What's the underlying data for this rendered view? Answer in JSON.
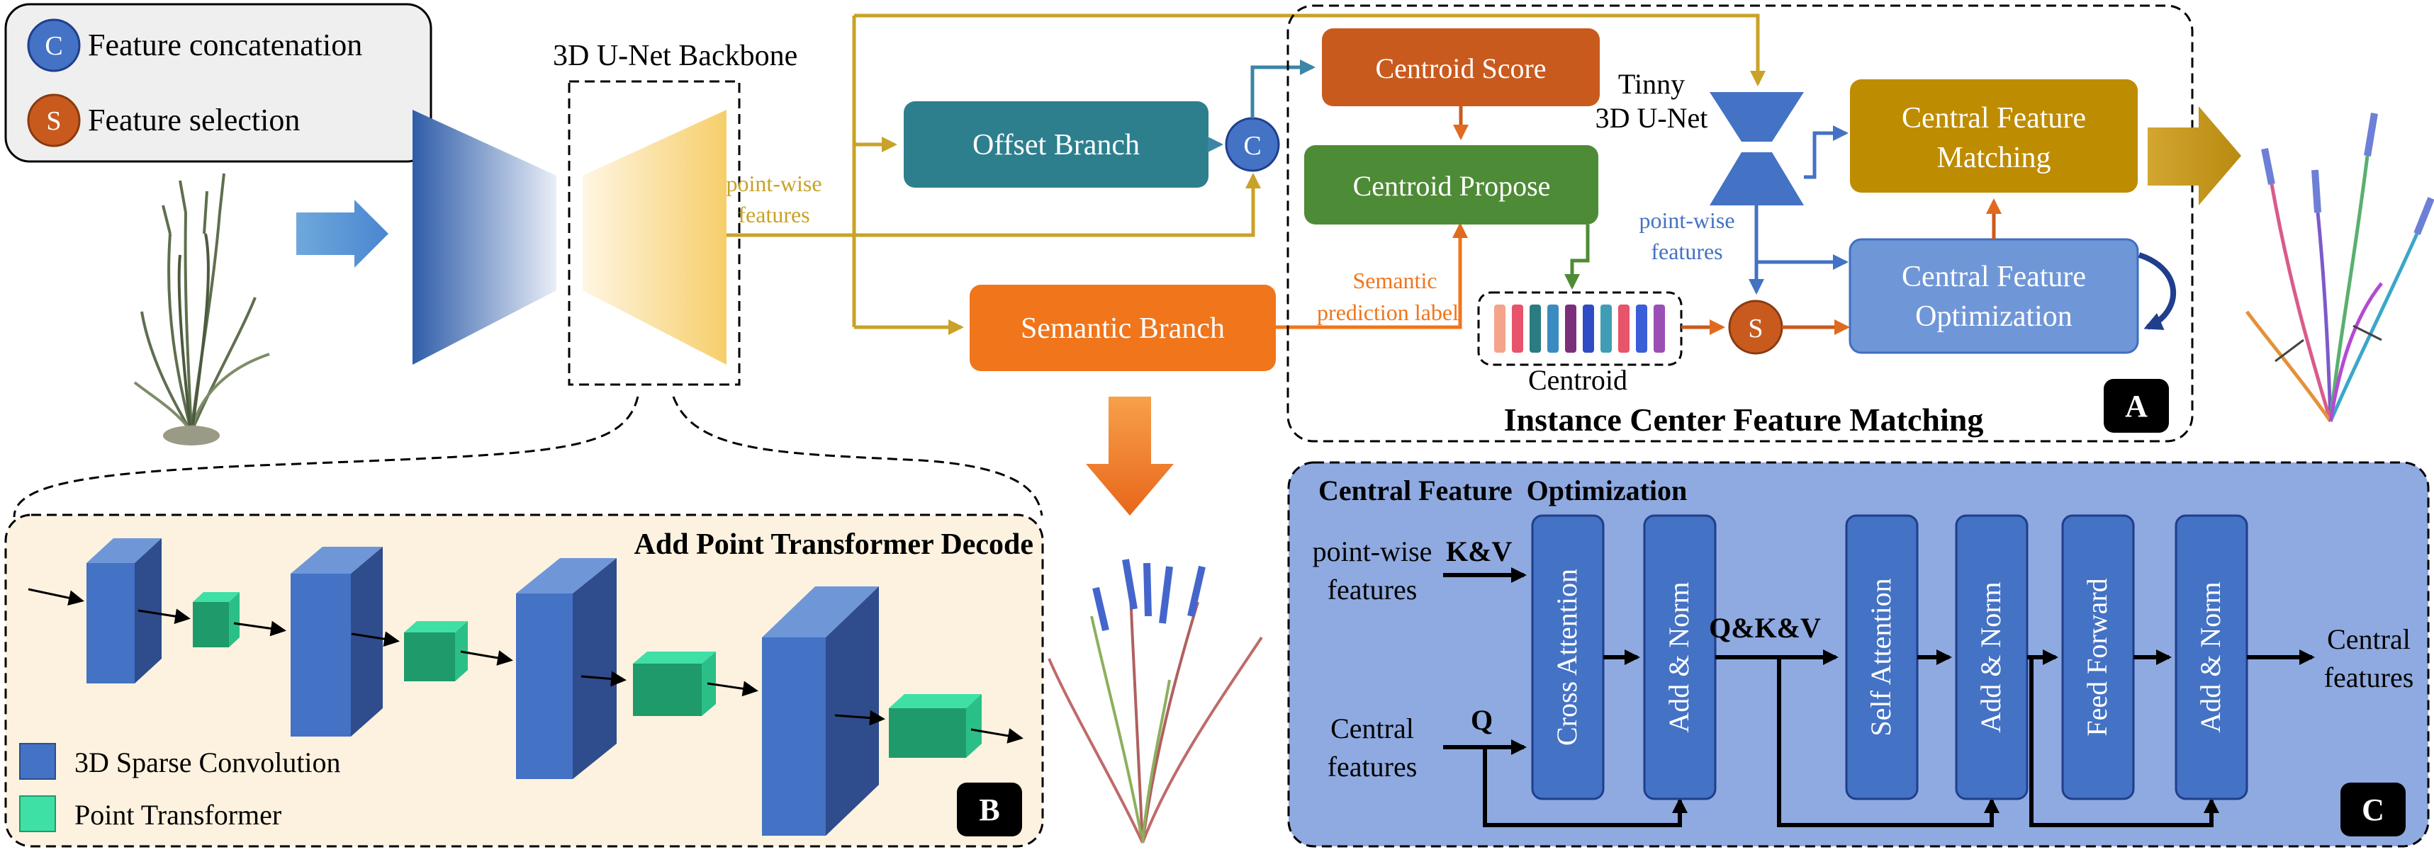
{
  "legend": {
    "concat_symbol": "C",
    "concat_label": "Feature concatenation",
    "select_symbol": "S",
    "select_label": "Feature selection"
  },
  "backbone": {
    "title": "3D U-Net Backbone"
  },
  "pointwise_label_line1": "point-wise",
  "pointwise_label_line2": "features",
  "branches": {
    "offset": "Offset Branch",
    "semantic": "Semantic Branch",
    "semantic_pred_line1": "Semantic",
    "semantic_pred_line2": "prediction label"
  },
  "panel_a": {
    "title": "Instance Center Feature Matching",
    "badge": "A",
    "centroid_score": "Centroid Score",
    "centroid_propose": "Centroid Propose",
    "tiny_unet_line1": "Tinny",
    "tiny_unet_line2": "3D U-Net",
    "pw_line1": "point-wise",
    "pw_line2": "features",
    "centroid_label": "Centroid",
    "matching_line1": "Central Feature",
    "matching_line2": "Matching",
    "optimization_line1": "Central Feature",
    "optimization_line2": "Optimization"
  },
  "panel_b": {
    "title": "Add Point Transformer Decode",
    "badge": "B",
    "legend_sparse": "3D Sparse Convolution",
    "legend_pt": "Point Transformer"
  },
  "panel_c": {
    "title": "Central Feature  Optimization",
    "badge": "C",
    "input1_line1": "point-wise",
    "input1_line2": "features",
    "kv": "K&V",
    "input2_line1": "Central",
    "input2_line2": "features",
    "q": "Q",
    "qkv": "Q&K&V",
    "cross_attention": "Cross Attention",
    "add_norm": "Add & Norm",
    "self_attention": "Self Attention",
    "feed_forward": "Feed Forward",
    "output_line1": "Central",
    "output_line2": "features"
  },
  "colors": {
    "offset": "#2E7F8E",
    "semantic": "#F0751B",
    "centroid_score": "#C95A1E",
    "centroid_propose": "#4E8B37",
    "matching": "#BE8C00",
    "optimization": "#6F97D8",
    "panel_b_bg": "#FCF2DF",
    "panel_c_bg": "#8FAAE0",
    "block_blue": "#4472C4",
    "gold_line": "#C9A227"
  }
}
